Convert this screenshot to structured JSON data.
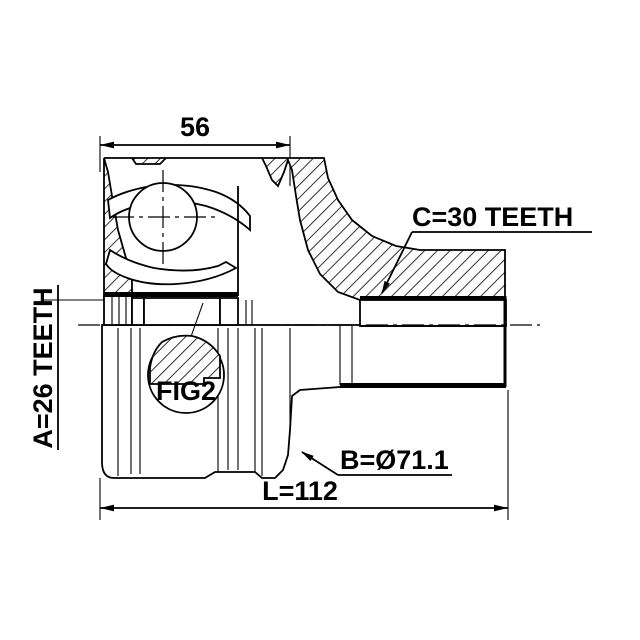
{
  "drawing": {
    "title": "CV Joint Outer Assembly Technical Drawing",
    "background_color": "#ffffff",
    "line_color": "#000000",
    "dimensions": {
      "length_overall": {
        "label": "L=112",
        "value": 112,
        "unit": "mm",
        "placement": "bottom"
      },
      "housing_length": {
        "label": "56",
        "value": 56,
        "unit": "mm",
        "placement": "top"
      },
      "inner_spline_teeth": {
        "label": "A=26 TEETH",
        "value": 26,
        "placement": "left-vertical"
      },
      "outer_diameter": {
        "label": "B=Ø71.1",
        "value": 71.1,
        "unit": "mm",
        "placement": "bottom-right"
      },
      "outer_spline_teeth": {
        "label": "C=30 TEETH",
        "value": 30,
        "placement": "top-right"
      }
    },
    "detail_bubble": {
      "label": "FIG2"
    }
  }
}
